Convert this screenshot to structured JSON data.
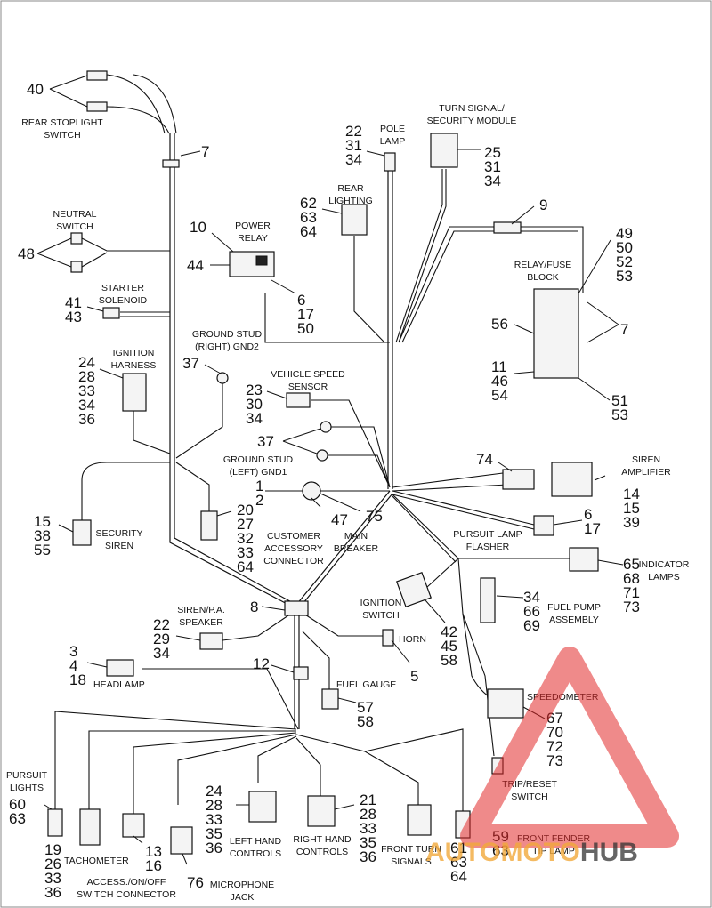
{
  "components": {
    "rear_stoplight_switch": [
      "REAR STOPLIGHT",
      "SWITCH"
    ],
    "neutral_switch": [
      "NEUTRAL",
      "SWITCH"
    ],
    "starter_solenoid": [
      "STARTER",
      "SOLENOID"
    ],
    "ignition_harness": [
      "IGNITION",
      "HARNESS"
    ],
    "security_siren": [
      "SECURITY",
      "SIREN"
    ],
    "power_relay": [
      "POWER",
      "RELAY"
    ],
    "ground_stud_right": [
      "GROUND STUD",
      "(RIGHT) GND2"
    ],
    "vehicle_speed_sensor": [
      "VEHICLE SPEED",
      "SENSOR"
    ],
    "ground_stud_left": [
      "GROUND STUD",
      "(LEFT) GND1"
    ],
    "customer_accessory_connector": [
      "CUSTOMER",
      "ACCESSORY",
      "CONNECTOR"
    ],
    "main_breaker": [
      "MAIN",
      "BREAKER"
    ],
    "pole_lamp": [
      "POLE",
      "LAMP"
    ],
    "rear_lighting": [
      "REAR",
      "LIGHTING"
    ],
    "turn_signal_module": [
      "TURN SIGNAL/",
      "SECURITY MODULE"
    ],
    "relay_fuse_block": [
      "RELAY/FUSE",
      "BLOCK"
    ],
    "siren_amplifier": [
      "SIREN",
      "AMPLIFIER"
    ],
    "pursuit_lamp_flasher": [
      "PURSUIT LAMP",
      "FLASHER"
    ],
    "indicator_lamps": [
      "INDICATOR",
      "LAMPS"
    ],
    "ignition_switch": [
      "IGNITION",
      "SWITCH"
    ],
    "fuel_pump_assembly": [
      "FUEL PUMP",
      "ASSEMBLY"
    ],
    "siren_pa_speaker": [
      "SIREN/P.A.",
      "SPEAKER"
    ],
    "horn": [
      "HORN"
    ],
    "headlamp": [
      "HEADLAMP"
    ],
    "fuel_gauge": [
      "FUEL GAUGE"
    ],
    "speedometer": [
      "SPEEDOMETER"
    ],
    "trip_reset_switch": [
      "TRIP/RESET",
      "SWITCH"
    ],
    "pursuit_lights": [
      "PURSUIT",
      "LIGHTS"
    ],
    "tachometer": [
      "TACHOMETER"
    ],
    "access_switch_connector": [
      "ACCESS./ON/OFF",
      "SWITCH CONNECTOR"
    ],
    "microphone_jack": [
      "MICROPHONE",
      "JACK"
    ],
    "left_hand_controls": [
      "LEFT HAND",
      "CONTROLS"
    ],
    "right_hand_controls": [
      "RIGHT HAND",
      "CONTROLS"
    ],
    "front_turn_signals": [
      "FRONT TURN",
      "SIGNALS"
    ],
    "front_fender_tip_lamp": [
      "FRONT FENDER",
      "TIP LAMP"
    ]
  },
  "callouts": {
    "c40": [
      "40"
    ],
    "c7_top": [
      "7"
    ],
    "c48": [
      "48"
    ],
    "c41_43": [
      "41",
      "43"
    ],
    "c24_ign": [
      "24",
      "28",
      "33",
      "34",
      "36"
    ],
    "c15_38_55": [
      "15",
      "38",
      "55"
    ],
    "c10": [
      "10"
    ],
    "c44": [
      "44"
    ],
    "c6_17_50": [
      "6",
      "17",
      "50"
    ],
    "c37_right": [
      "37"
    ],
    "c23_30_34": [
      "23",
      "30",
      "34"
    ],
    "c37_left": [
      "37"
    ],
    "c1_2": [
      "1",
      "2"
    ],
    "c20_group": [
      "20",
      "27",
      "32",
      "33",
      "64"
    ],
    "c47": [
      "47"
    ],
    "c75": [
      "75"
    ],
    "c22_pole": [
      "22",
      "31",
      "34"
    ],
    "c62_group": [
      "62",
      "63",
      "64"
    ],
    "c25_group": [
      "25",
      "31",
      "34"
    ],
    "c9": [
      "9"
    ],
    "c49_group": [
      "49",
      "50",
      "52",
      "53"
    ],
    "c56": [
      "56"
    ],
    "c7_right": [
      "7"
    ],
    "c11_group": [
      "11",
      "46",
      "54"
    ],
    "c51_53": [
      "51",
      "53"
    ],
    "c74": [
      "74"
    ],
    "c14_group": [
      "14",
      "15",
      "39"
    ],
    "c6_17_right": [
      "6",
      "17"
    ],
    "c65_group": [
      "65",
      "68",
      "71",
      "73"
    ],
    "c42_group": [
      "42",
      "45",
      "58"
    ],
    "c34_group": [
      "34",
      "66",
      "69"
    ],
    "c8": [
      "8"
    ],
    "c22_siren": [
      "22",
      "29",
      "34"
    ],
    "c3_group": [
      "3",
      "4",
      "18"
    ],
    "c12": [
      "12"
    ],
    "c5": [
      "5"
    ],
    "c57_58": [
      "57",
      "58"
    ],
    "c67_group": [
      "67",
      "70",
      "72",
      "73"
    ],
    "c60_63": [
      "60",
      "63"
    ],
    "c19_group": [
      "19",
      "26",
      "33",
      "36"
    ],
    "c13_16": [
      "13",
      "16"
    ],
    "c76": [
      "76"
    ],
    "c24_left": [
      "24",
      "28",
      "33",
      "35",
      "36"
    ],
    "c21_right": [
      "21",
      "28",
      "33",
      "35",
      "36"
    ],
    "c61_group": [
      "61",
      "63",
      "64"
    ],
    "c59_63": [
      "59",
      "63"
    ]
  },
  "watermark": {
    "part1": "AUTOMOTO",
    "part2": "HUB",
    "color_red": "#e22a2a",
    "color_orange": "#f2a93b"
  }
}
